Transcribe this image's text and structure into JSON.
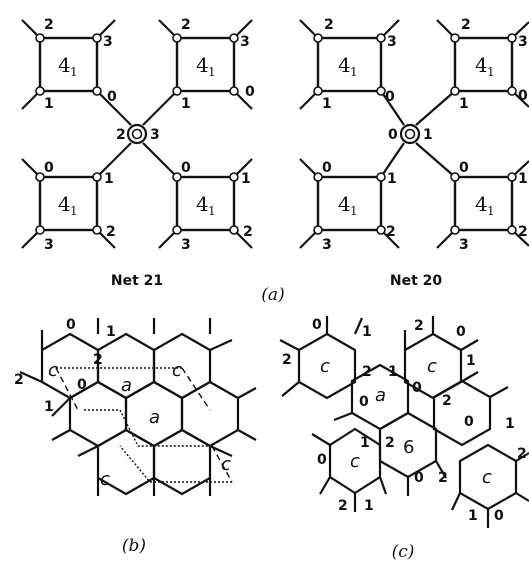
{
  "panel_a": {
    "net21_title": "Net 21",
    "net20_title": "Net 20",
    "caption": "(a)",
    "square_label": "4",
    "square_subscript": "1",
    "net21": {
      "center_labels": [
        "2",
        "3"
      ],
      "squares": [
        {
          "labels": [
            "2",
            "3",
            "0",
            "1"
          ]
        },
        {
          "labels": [
            "2",
            "3",
            "0",
            "1"
          ]
        },
        {
          "labels": [
            "0",
            "1",
            "2",
            "3"
          ]
        },
        {
          "labels": [
            "0",
            "1",
            "2",
            "3"
          ]
        }
      ]
    },
    "net20": {
      "center_labels": [
        "0",
        "1"
      ],
      "squares": [
        {
          "labels": [
            "2",
            "3",
            "0",
            "1"
          ]
        },
        {
          "labels": [
            "2",
            "3",
            "0",
            "1"
          ]
        },
        {
          "labels": [
            "0",
            "1",
            "2",
            "3"
          ]
        },
        {
          "labels": [
            "0",
            "1",
            "2",
            "3"
          ]
        }
      ]
    }
  },
  "panel_b": {
    "caption": "(b)",
    "vertex_labels": [
      "0",
      "1",
      "2",
      "2",
      "0",
      "1"
    ],
    "cell_labels": [
      "c",
      "c",
      "a",
      "a",
      "c",
      "c"
    ]
  },
  "panel_c": {
    "caption": "(c)",
    "vertex_labels": [
      "0",
      "1",
      "2",
      "2",
      "1",
      "2",
      "0",
      "1",
      "0",
      "0",
      "2",
      "0",
      "1",
      "1",
      "2",
      "0",
      "0",
      "2",
      "2",
      "2",
      "1",
      "1",
      "0"
    ],
    "cell_labels": [
      "c",
      "c",
      "a",
      "6",
      "c",
      "c"
    ]
  }
}
